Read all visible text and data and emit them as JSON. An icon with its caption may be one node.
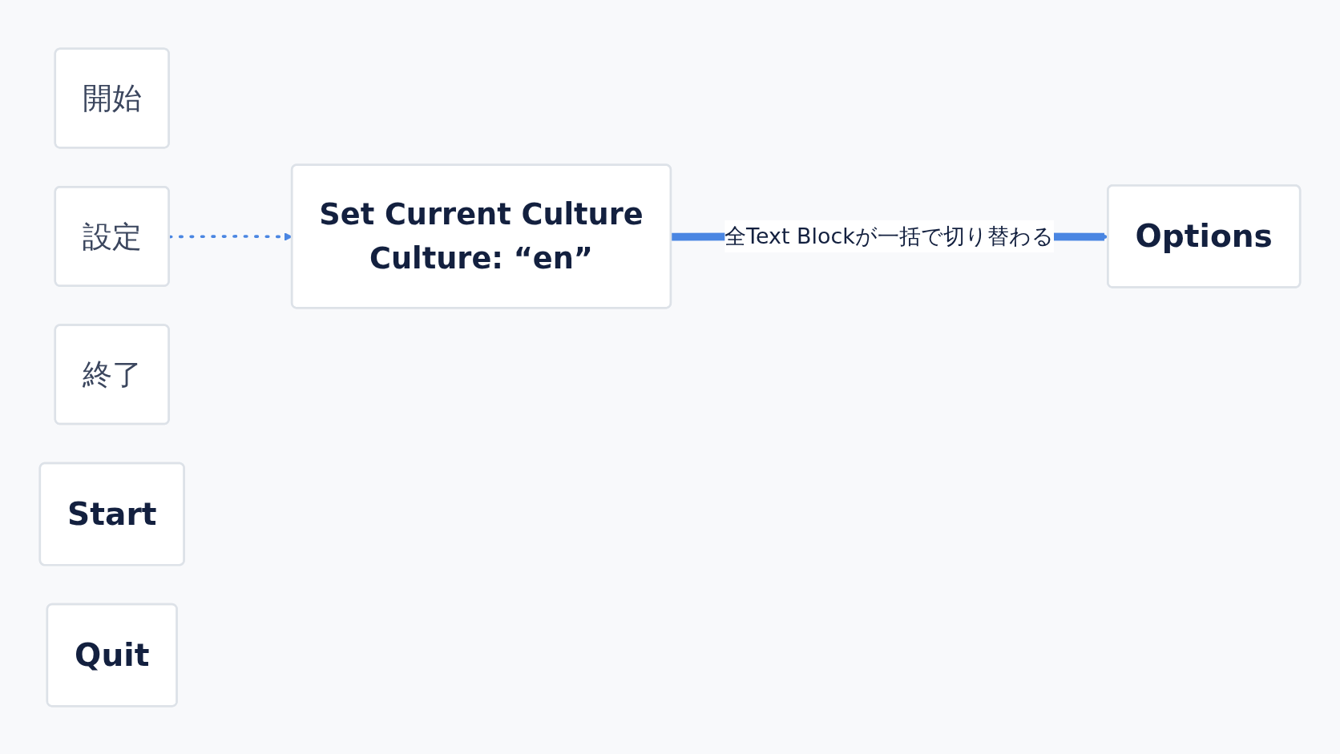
{
  "diagram": {
    "nodes": [
      {
        "text": [
          "開始"
        ]
      },
      {
        "text": [
          "設定"
        ]
      },
      {
        "text": [
          "終了"
        ]
      },
      {
        "text": [
          "Set Current Culture",
          "Culture: “en”"
        ]
      },
      {
        "text": [
          "Start"
        ]
      },
      {
        "text": [
          "Options"
        ]
      },
      {
        "text": [
          "Quit"
        ]
      }
    ],
    "edges": [
      {
        "from": 1,
        "to": 3,
        "arrow": "to",
        "style": "dashed"
      },
      {
        "from": 3,
        "to": 5,
        "arrow": "to",
        "style": "thick",
        "label": "全Text Blockが一括で切り替わる"
      }
    ]
  }
}
